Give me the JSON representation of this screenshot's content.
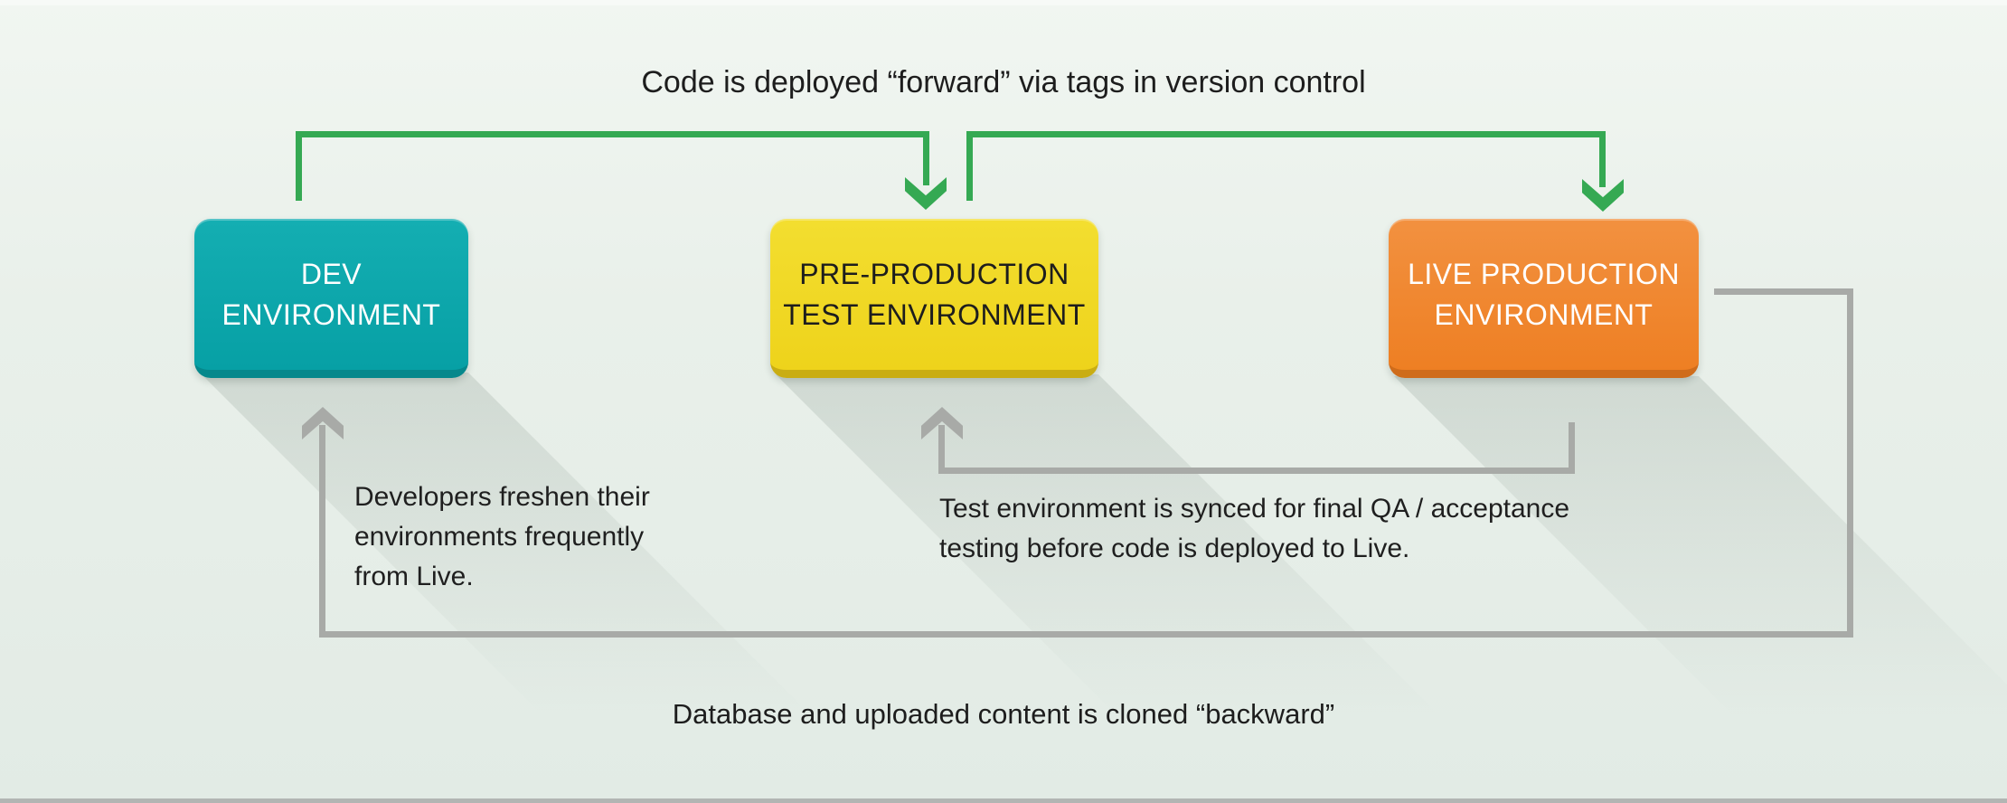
{
  "captions": {
    "forward": "Code is deployed “forward” via tags in version control",
    "backward": "Database and uploaded content is cloned “backward”"
  },
  "nodes": [
    {
      "id": "dev",
      "line1": "DEV",
      "line2": "ENVIRONMENT",
      "color": "#0aa3a8",
      "edge_color": "#06888c",
      "text_color": "#ffffff"
    },
    {
      "id": "preprod",
      "line1": "PRE-PRODUCTION",
      "line2": "TEST ENVIRONMENT",
      "color": "#f0d822",
      "edge_color": "#c9ad13",
      "text_color": "#1d1d1d"
    },
    {
      "id": "live",
      "line1": "LIVE PRODUCTION",
      "line2": "ENVIRONMENT",
      "color": "#f08529",
      "edge_color": "#cf6c1b",
      "text_color": "#ffffff"
    }
  ],
  "notes": {
    "dev_refresh": {
      "line1": "Developers freshen their",
      "line2": "environments frequently",
      "line3": "from Live."
    },
    "test_sync": {
      "line1": "Test environment is synced for final QA / acceptance",
      "line2": "testing before code is deployed to Live."
    }
  },
  "connectors": {
    "forward_color": "#35a953",
    "backward_color": "#a8aaa7",
    "forward_style": "green elbow arrows pointing down into next environment",
    "backward_style": "gray elbow arrows pointing up into previous environment"
  },
  "background_color": "#e8efe9",
  "text_color": "#1e1e1e"
}
